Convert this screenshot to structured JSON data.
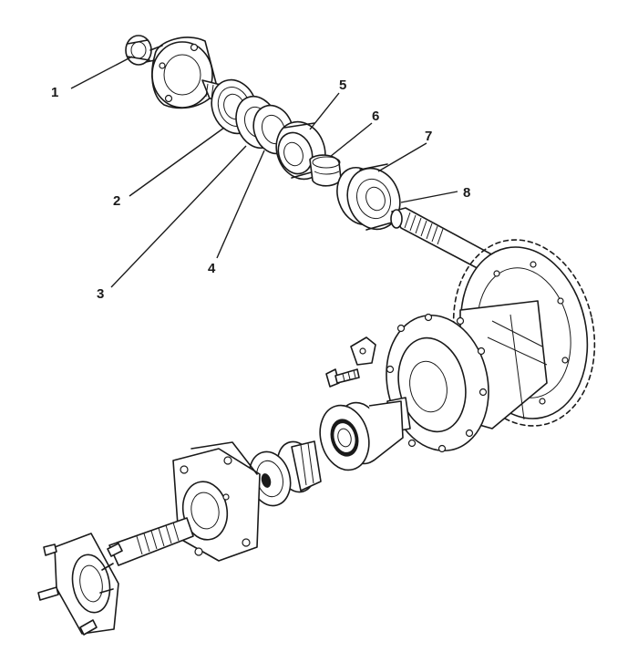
{
  "callouts": [
    {
      "id": "1",
      "label": "1"
    },
    {
      "id": "2",
      "label": "2"
    },
    {
      "id": "3",
      "label": "3"
    },
    {
      "id": "4",
      "label": "4"
    },
    {
      "id": "5",
      "label": "5"
    },
    {
      "id": "6",
      "label": "6"
    },
    {
      "id": "7",
      "label": "7"
    },
    {
      "id": "8",
      "label": "8"
    }
  ],
  "colors": {
    "ink": "#1a1a1a",
    "background": "#ffffff"
  },
  "parts": [
    "output-flange-nut",
    "output-flange",
    "oil-seal",
    "shim",
    "spacer",
    "outer-bearing",
    "collapsible-spacer",
    "inner-bearing",
    "pinion-shaft",
    "crown-wheel",
    "differential-case",
    "differential-bearing",
    "side-bearing-cage",
    "side-flange-housing",
    "drive-flange-shaft"
  ]
}
